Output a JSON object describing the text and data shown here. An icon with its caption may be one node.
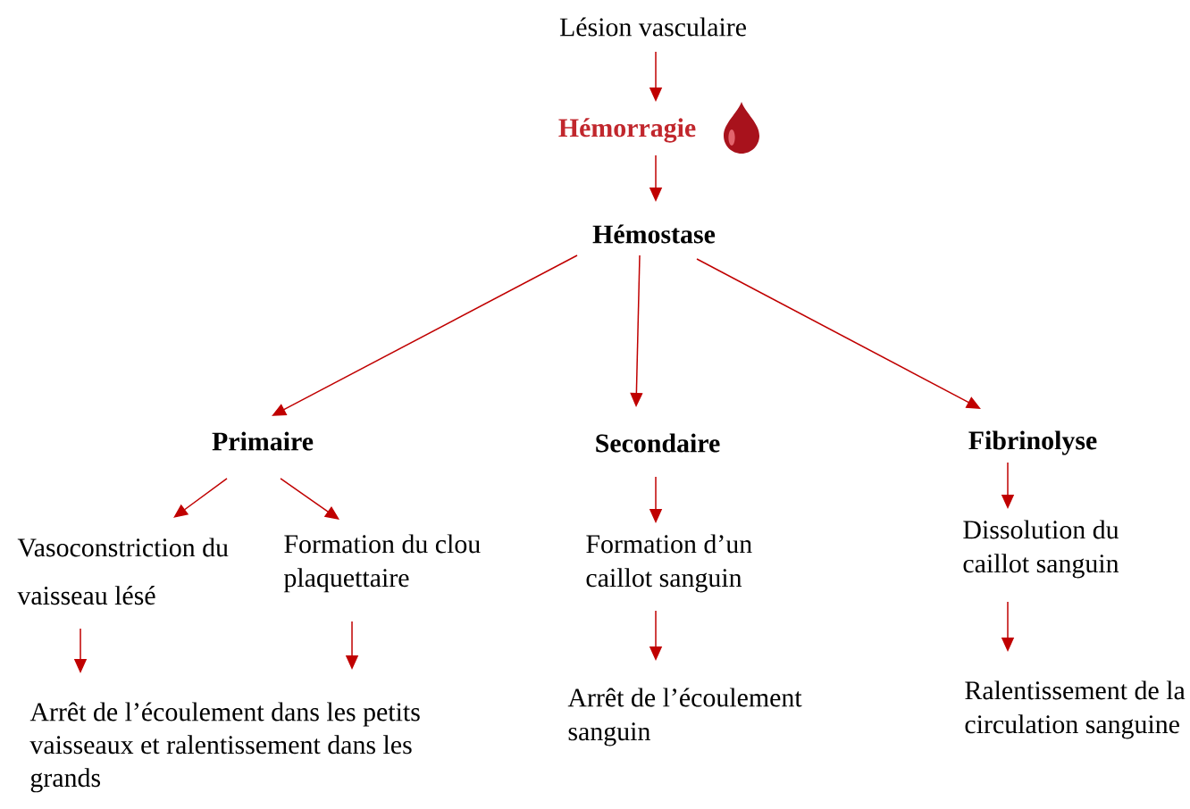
{
  "diagram": {
    "nodes": [
      {
        "text": [
          "Lésion vasculaire"
        ]
      },
      {
        "text": [
          "Hémorragie"
        ]
      },
      {
        "text": [
          "Hémostase"
        ]
      },
      {
        "text": [
          "Primaire"
        ]
      },
      {
        "text": [
          "Secondaire"
        ]
      },
      {
        "text": [
          "Fibrinolyse"
        ]
      },
      {
        "text": [
          "Vasoconstriction du vaisseau lésé"
        ]
      },
      {
        "text": [
          "Formation du clou plaquettaire"
        ]
      },
      {
        "text": [
          "Arrêt de l’écoulement dans les petits vaisseaux et ralentissement dans les grands"
        ]
      },
      {
        "text": [
          "Formation d’un caillot sanguin"
        ]
      },
      {
        "text": [
          "Arrêt de l’écoulement sanguin"
        ]
      },
      {
        "text": [
          "Dissolution du caillot sanguin"
        ]
      },
      {
        "text": [
          "Ralentissement de la circulation sanguine"
        ]
      }
    ],
    "edges": [
      {
        "from": 0,
        "to": 1,
        "arrow": "to"
      },
      {
        "from": 1,
        "to": 2,
        "arrow": "to"
      },
      {
        "from": 2,
        "to": 3,
        "arrow": "to"
      },
      {
        "from": 2,
        "to": 4,
        "arrow": "to"
      },
      {
        "from": 2,
        "to": 5,
        "arrow": "to"
      },
      {
        "from": 3,
        "to": 6,
        "arrow": "to"
      },
      {
        "from": 3,
        "to": 7,
        "arrow": "to"
      },
      {
        "from": 6,
        "to": 8,
        "arrow": "to"
      },
      {
        "from": 7,
        "to": 8,
        "arrow": "to"
      },
      {
        "from": 4,
        "to": 9,
        "arrow": "to"
      },
      {
        "from": 9,
        "to": 10,
        "arrow": "to"
      },
      {
        "from": 5,
        "to": 11,
        "arrow": "to"
      },
      {
        "from": 11,
        "to": 12,
        "arrow": "to"
      }
    ]
  }
}
